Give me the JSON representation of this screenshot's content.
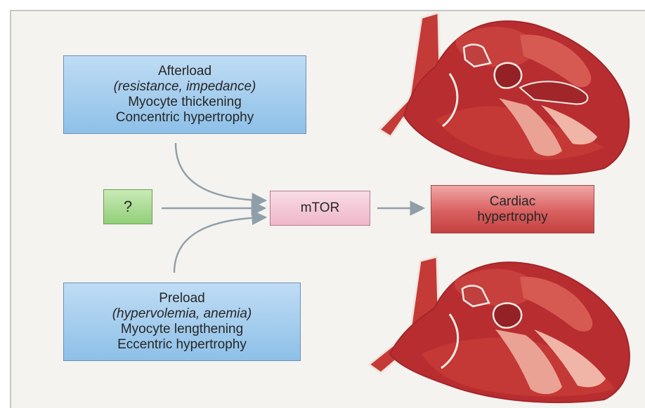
{
  "afterload": {
    "title": "Afterload",
    "detail": "(resistance, impedance)",
    "mechanism": "Myocyte thickening",
    "result": "Concentric hypertrophy"
  },
  "unknown_input": {
    "label": "?"
  },
  "hub": {
    "label": "mTOR"
  },
  "outcome": {
    "line1": "Cardiac",
    "line2": "hypertrophy"
  },
  "preload": {
    "title": "Preload",
    "detail": "(hypervolemia, anemia)",
    "mechanism": "Myocyte lengthening",
    "result": "Eccentric hypertrophy"
  },
  "illustrations": {
    "top_heart": "heart-concentric-hypertrophy-icon",
    "bottom_heart": "heart-eccentric-hypertrophy-icon"
  },
  "colors": {
    "blue_box": "#9ecbee",
    "green_box": "#a9dc92",
    "pink_box": "#f2c6d4",
    "red_box": "#d95f5f",
    "arrow": "#8f9fa9",
    "heart_dark": "#b62a2f",
    "heart_light": "#e9998c"
  }
}
